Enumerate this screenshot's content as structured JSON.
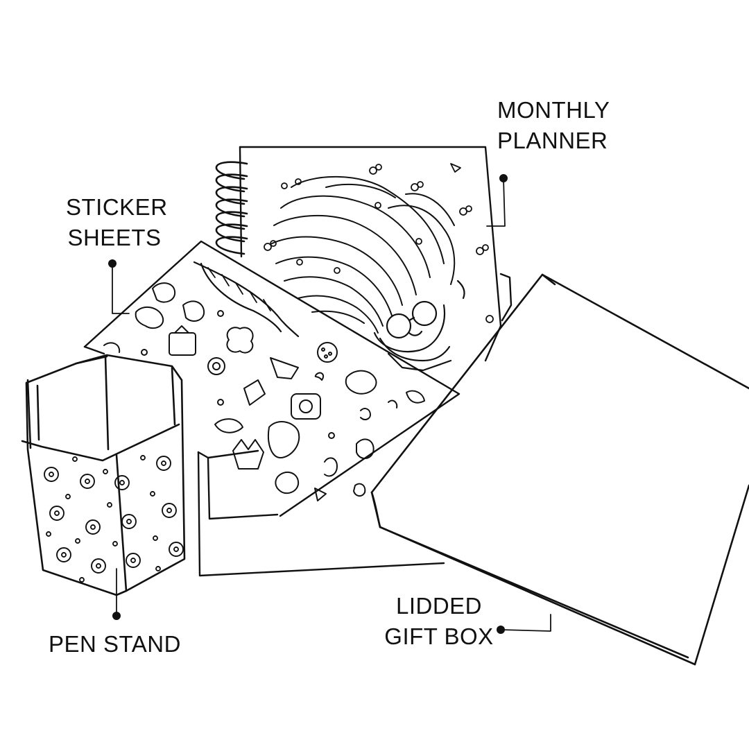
{
  "labels": {
    "monthly_planner": {
      "line1": "MONTHLY",
      "line2": "PLANNER"
    },
    "sticker_sheets": {
      "line1": "STICKER",
      "line2": "SHEETS"
    },
    "pen_stand": {
      "line1": "PEN STAND"
    },
    "lidded_gift_box": {
      "line1": "LIDDED",
      "line2": "GIFT BOX"
    }
  },
  "colors": {
    "ink": "#111111",
    "paper": "#ffffff"
  }
}
